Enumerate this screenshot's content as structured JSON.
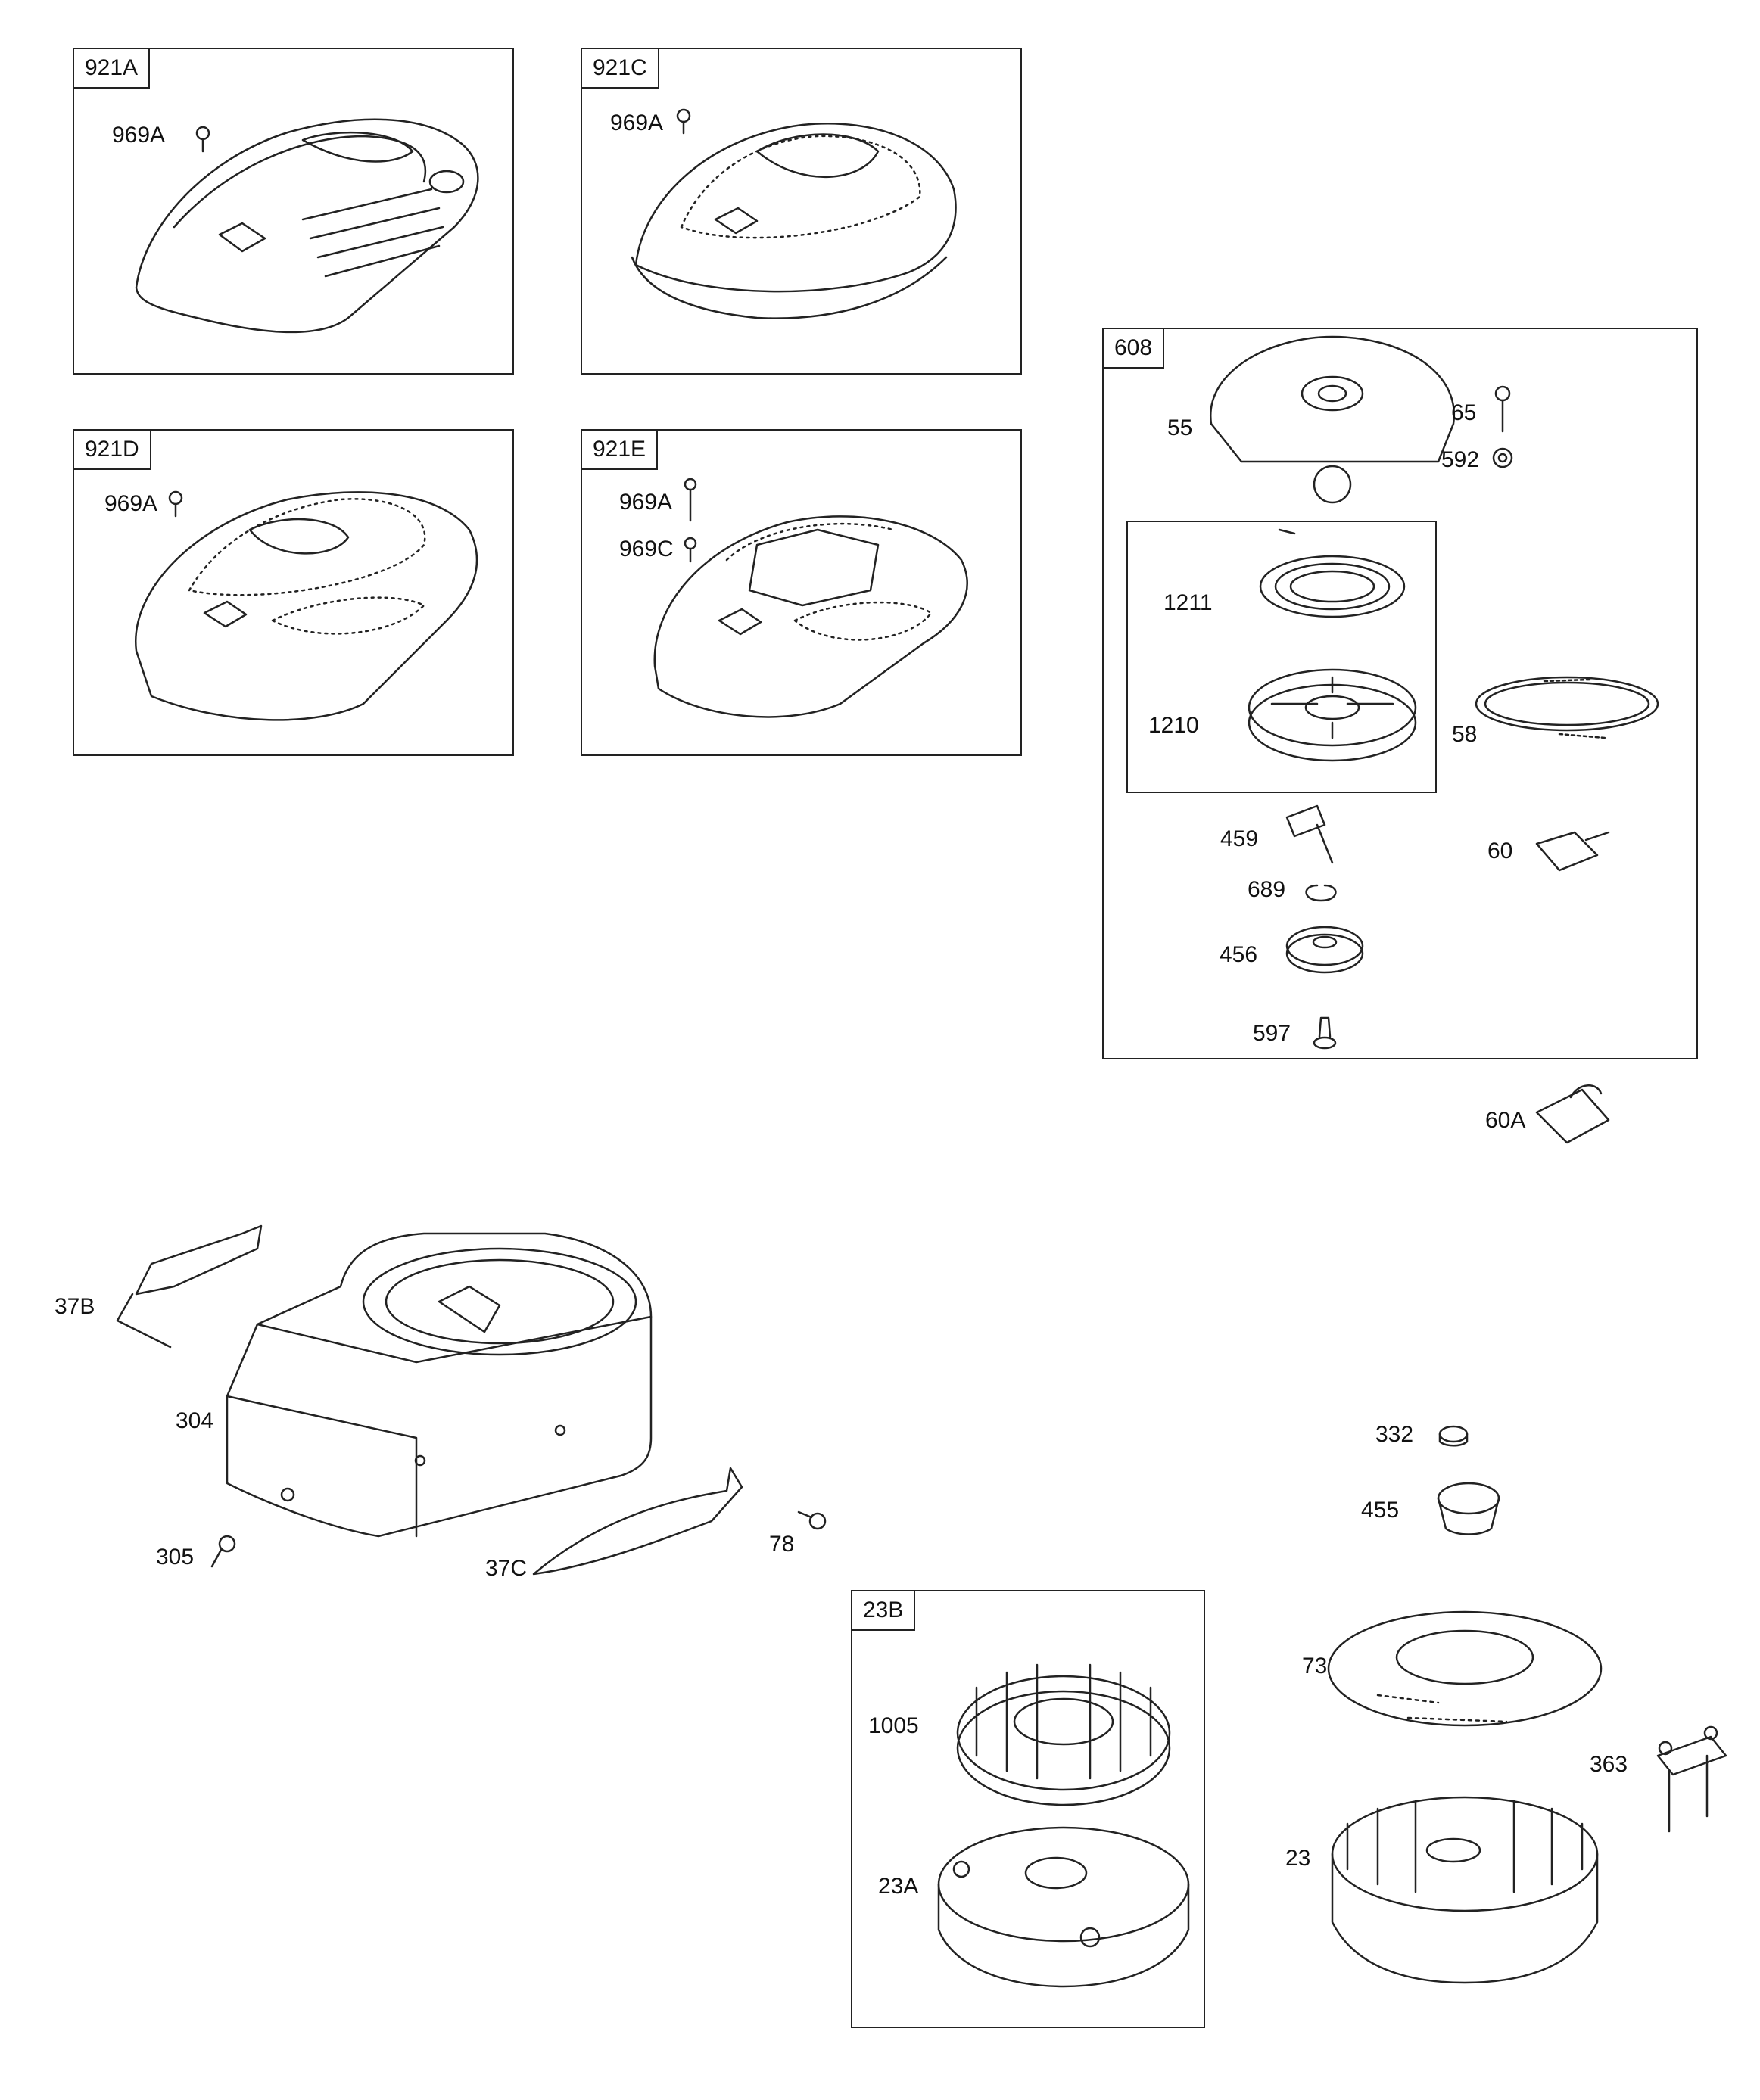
{
  "groups": {
    "g921a": "921A",
    "g921c": "921C",
    "g921d": "921D",
    "g921e": "921E",
    "g608": "608",
    "g23b": "23B"
  },
  "callouts": {
    "p969a_1": "969A",
    "p969a_2": "969A",
    "p969a_3": "969A",
    "p969a_4": "969A",
    "p969c": "969C",
    "p55": "55",
    "p65": "65",
    "p592": "592",
    "p1211": "1211",
    "p1210": "1210",
    "p58": "58",
    "p459": "459",
    "p60": "60",
    "p689": "689",
    "p456": "456",
    "p597": "597",
    "p60a": "60A",
    "p37b": "37B",
    "p304": "304",
    "p305": "305",
    "p37c": "37C",
    "p78": "78",
    "p332": "332",
    "p455": "455",
    "p73": "73",
    "p363": "363",
    "p1005": "1005",
    "p23a": "23A",
    "p23": "23"
  }
}
